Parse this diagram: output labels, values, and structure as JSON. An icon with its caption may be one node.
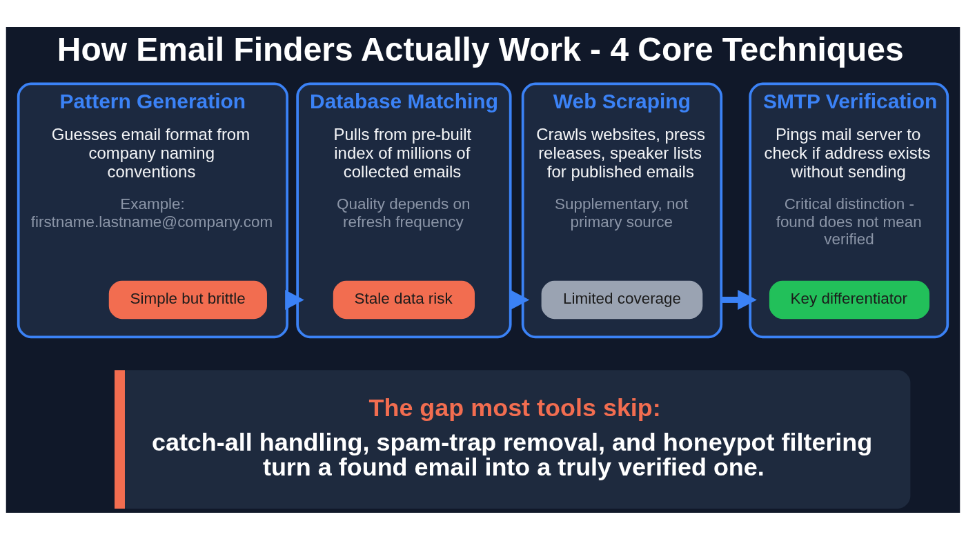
{
  "diagram": {
    "title": "How Email Finders Actually Work - 4 Core Techniques",
    "nodes": [
      {
        "text": [
          "Pattern Generation",
          "Guesses email format from company naming conventions",
          "Example: firstname.lastname@company.com"
        ]
      },
      {
        "text": [
          "Simple but brittle"
        ],
        "in": 0
      },
      {
        "text": [
          "Database Matching",
          "Pulls from pre-built index of millions of collected emails",
          "Quality depends on refresh frequency"
        ]
      },
      {
        "text": [
          "Stale data risk"
        ],
        "in": 2
      },
      {
        "text": [
          "Web Scraping",
          "Crawls websites, press releases, speaker lists for published emails",
          "Supplementary, not primary source"
        ]
      },
      {
        "text": [
          "Limited coverage"
        ],
        "in": 4
      },
      {
        "text": [
          "SMTP Verification",
          "Pings mail server to check if address exists without sending",
          "Critical distinction - found does not mean verified"
        ]
      },
      {
        "text": [
          "Key differentiator"
        ],
        "in": 6
      },
      {
        "text": [
          "The gap most tools skip:",
          "catch-all handling, spam-trap removal, and honeypot filtering turn a found email into a truly verified one."
        ]
      }
    ],
    "edges": [
      {
        "from": 0,
        "to": 2,
        "arrow": "to"
      },
      {
        "from": 2,
        "to": 4,
        "arrow": "to"
      },
      {
        "from": 4,
        "to": 6,
        "arrow": "to"
      }
    ]
  }
}
